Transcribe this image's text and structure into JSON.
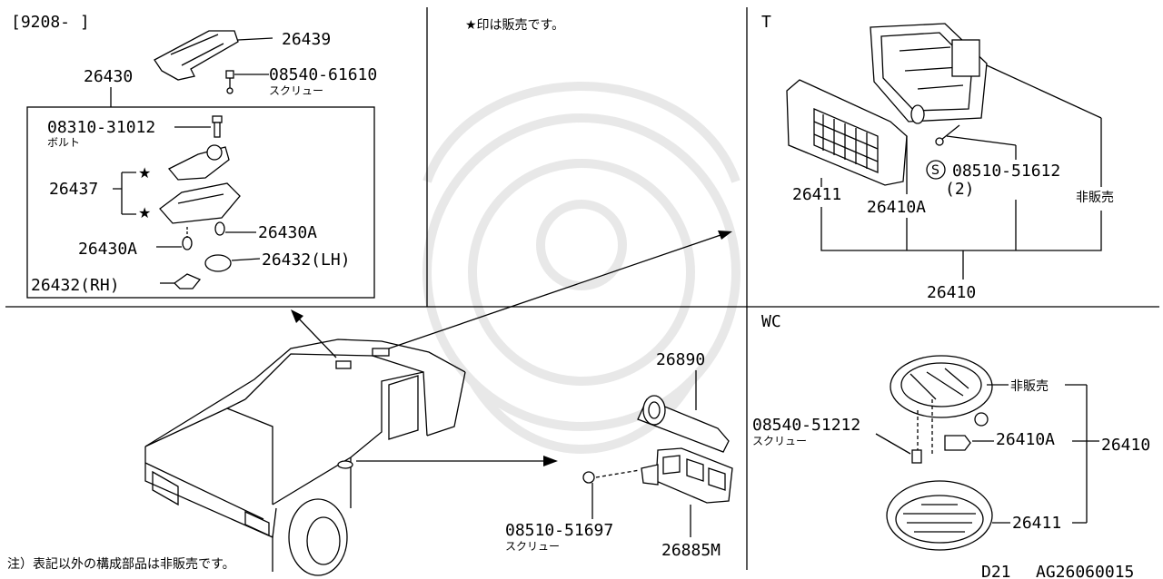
{
  "header": {
    "date_range": "[9208-      ]",
    "star_note": "★印は販売です。"
  },
  "footer": {
    "note": "注）表記以外の構成部品は非販売です。",
    "model": "D21",
    "diagram_code": "AG26060015"
  },
  "inset_main": {
    "parts": {
      "p26439": "26439",
      "p08540_61610": "08540-61610",
      "screw1": "スクリュー",
      "p26430": "26430",
      "p08310_31012": "08310-31012",
      "bolt": "ボルト",
      "p26437": "26437",
      "p26430A_r": "26430A",
      "p26430A_l": "26430A",
      "p26432_lh": "26432(LH)",
      "p26432_rh": "26432(RH)"
    }
  },
  "section_t": {
    "title": "T",
    "parts": {
      "p26411": "26411",
      "p26410A": "26410A",
      "s_mark": "S",
      "p08510_51612": "08510-51612",
      "qty": "(2)",
      "not_sold": "非販売",
      "p26410": "26410"
    }
  },
  "section_wc": {
    "title": "WC",
    "parts": {
      "not_sold": "非販売",
      "p08540_51212": "08540-51212",
      "screw": "スクリュー",
      "p26410A": "26410A",
      "p26410": "26410",
      "p26411": "26411"
    }
  },
  "bottom_parts": {
    "p26890": "26890",
    "p08510_51697": "08510-51697",
    "screw": "スクリュー",
    "p26885M": "26885M"
  }
}
